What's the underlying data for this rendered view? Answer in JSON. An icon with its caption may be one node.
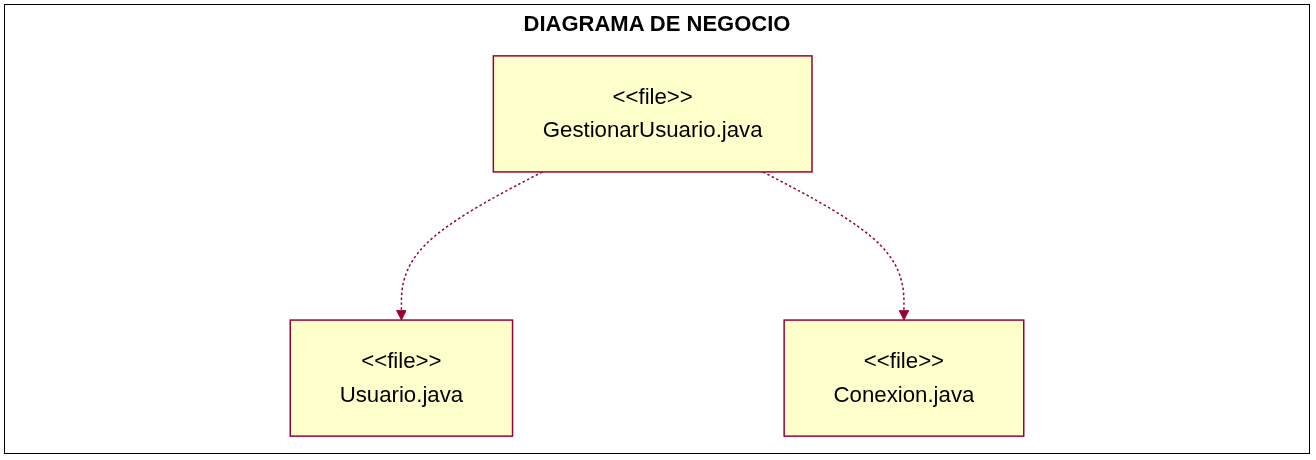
{
  "diagram": {
    "title": "DIAGRAMA DE NEGOCIO",
    "nodes": [
      {
        "text": [
          "<<file>>",
          "GestionarUsuario.java"
        ]
      },
      {
        "text": [
          "<<file>>",
          "Usuario.java"
        ]
      },
      {
        "text": [
          "<<file>>",
          "Conexion.java"
        ]
      }
    ],
    "edges": [
      {
        "from": 0,
        "to": 1,
        "arrow": "to",
        "style": "dashed"
      },
      {
        "from": 0,
        "to": 2,
        "arrow": "to",
        "style": "dashed"
      }
    ]
  }
}
